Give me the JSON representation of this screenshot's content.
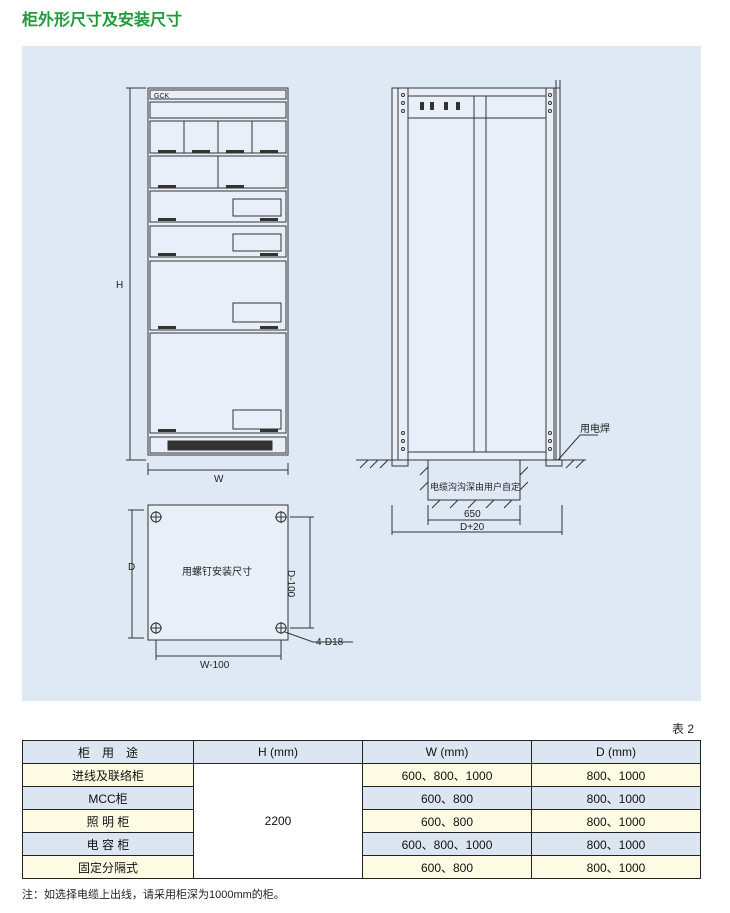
{
  "title": "柜外形尺寸及安装尺寸",
  "diagram": {
    "cabinet_label": "GCK",
    "H": "H",
    "W": "W",
    "D": "D",
    "D_minus": "D-100",
    "W_minus": "W-100",
    "holes": "4-D18",
    "mount_text": "用螺钉安装尺寸",
    "weld": "用电焊",
    "trench": "电缆沟沟深由用户自定",
    "dim_650": "650",
    "dim_d20": "D+20"
  },
  "table": {
    "label": "表 2",
    "headers": [
      "柜　用　途",
      "H (mm)",
      "W (mm)",
      "D (mm)"
    ],
    "height_value": "2200",
    "rows": [
      {
        "use": "进线及联络柜",
        "w": "600、800、1000",
        "d": "800、1000"
      },
      {
        "use": "MCC柜",
        "w": "600、800",
        "d": "800、1000"
      },
      {
        "use": "照 明 柜",
        "w": "600、800",
        "d": "800、1000"
      },
      {
        "use": "电 容 柜",
        "w": "600、800、1000",
        "d": "800、1000"
      },
      {
        "use": "固定分隔式",
        "w": "600、800",
        "d": "800、1000"
      }
    ]
  },
  "note": "注：如选择电缆上出线，请采用柜深为1000mm的柜。"
}
